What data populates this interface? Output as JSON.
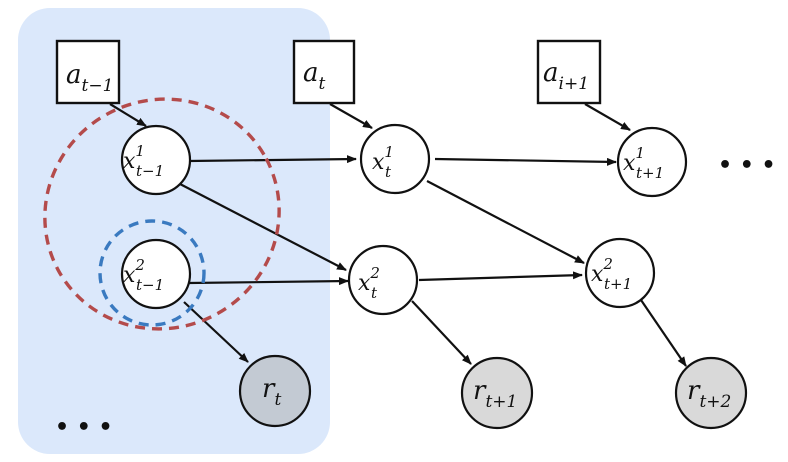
{
  "colors": {
    "shade": "#dbe8fb",
    "line": "#111111",
    "reward_dark": "#c3cad3",
    "reward_light": "#d9d9d9",
    "red_dashed": "#b44b4b",
    "blue_dashed": "#3a7ac0"
  },
  "actions": [
    {
      "id": "a_tm1",
      "base": "a",
      "sub": "t−1"
    },
    {
      "id": "a_t",
      "base": "a",
      "sub": "t"
    },
    {
      "id": "a_tp1",
      "base": "a",
      "sub": "i+1"
    }
  ],
  "states": [
    {
      "id": "x1_tm1",
      "base": "x",
      "sup": "1",
      "sub": "t−1"
    },
    {
      "id": "x2_tm1",
      "base": "x",
      "sup": "2",
      "sub": "t−1"
    },
    {
      "id": "x1_t",
      "base": "x",
      "sup": "1",
      "sub": "t"
    },
    {
      "id": "x2_t",
      "base": "x",
      "sup": "2",
      "sub": "t"
    },
    {
      "id": "x1_tp1",
      "base": "x",
      "sup": "1",
      "sub": "t+1"
    },
    {
      "id": "x2_tp1",
      "base": "x",
      "sup": "2",
      "sub": "t+1"
    }
  ],
  "rewards": [
    {
      "id": "r_t",
      "base": "r",
      "sub": "t"
    },
    {
      "id": "r_tp1",
      "base": "r",
      "sub": "t+1"
    },
    {
      "id": "r_tp2",
      "base": "r",
      "sub": "t+2"
    }
  ],
  "ellipsis": "• • •"
}
